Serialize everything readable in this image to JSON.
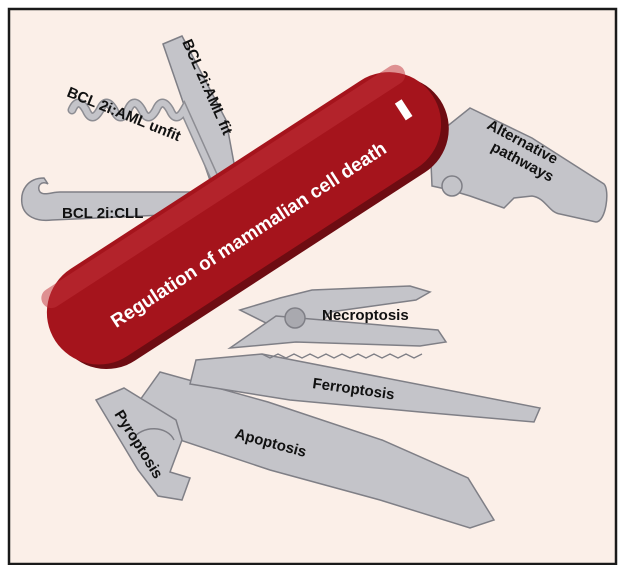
{
  "colors": {
    "background": "#fbefe8",
    "border": "#1a1a1a",
    "handle": "#a5141c",
    "handle_dark": "#6e0c12",
    "blade": "#c4c4c9",
    "blade_dark": "#8d8d93"
  },
  "handle": {
    "label": "Regulation of mammalian cell death"
  },
  "tools": [
    {
      "id": "alternative",
      "label_line1": "Alternative",
      "label_line2": "pathways"
    },
    {
      "id": "aml-fit",
      "label": "BCL 2i:AML fit"
    },
    {
      "id": "aml-unfit",
      "label": "BCL 2i:AML unfit"
    },
    {
      "id": "cll",
      "label": "BCL 2i:CLL"
    },
    {
      "id": "necroptosis",
      "label": "Necroptosis"
    },
    {
      "id": "ferroptosis",
      "label": "Ferroptosis"
    },
    {
      "id": "apoptosis",
      "label": "Apoptosis"
    },
    {
      "id": "pyroptosis",
      "label": "Pyroptosis"
    }
  ]
}
